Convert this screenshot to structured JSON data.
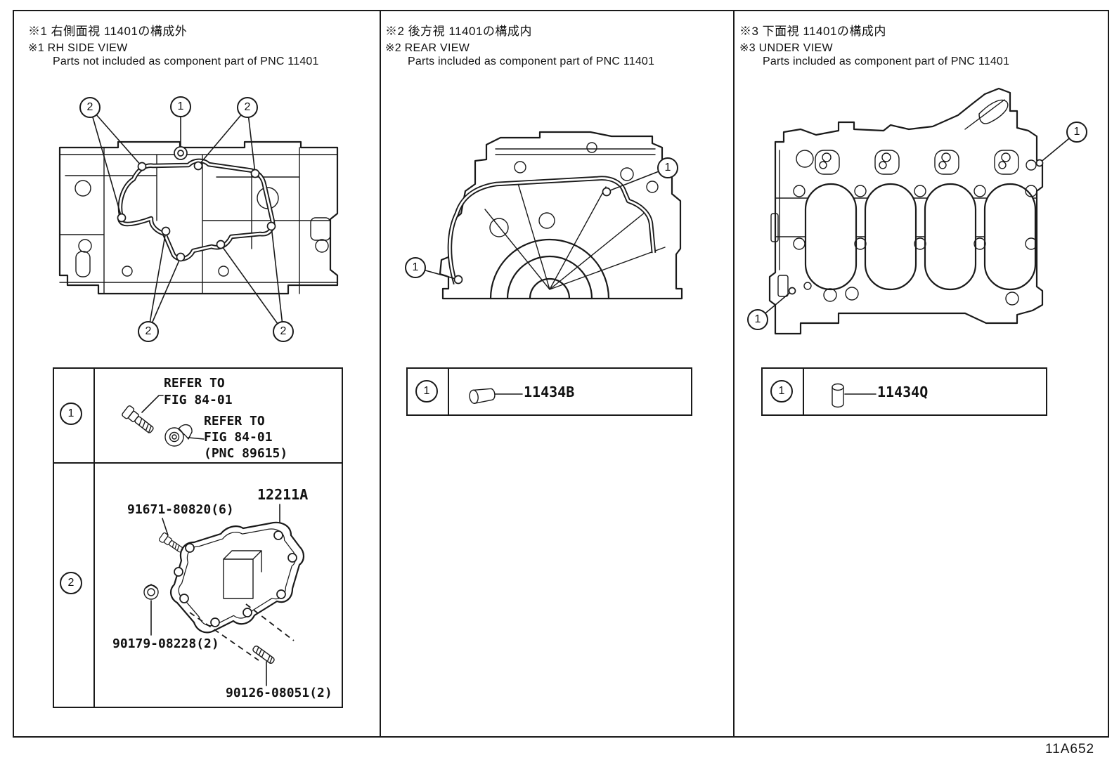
{
  "figure_code": "11A652",
  "colors": {
    "background": "#ffffff",
    "line": "#1a1a1a"
  },
  "panel1": {
    "title_ja": "※1 右側面視 11401の構成外",
    "title_en": "※1 RH SIDE VIEW",
    "subtitle": "Parts not included as component part of PNC 11401",
    "callouts": [
      "2",
      "1",
      "2",
      "2",
      "2"
    ],
    "legend": {
      "row1": {
        "ref": "1",
        "icon_a": "flange-bolt-icon",
        "icon_b": "knock-sensor-icon",
        "refer_a": [
          "REFER TO",
          "FIG 84-01"
        ],
        "refer_b": [
          "REFER TO",
          "FIG 84-01",
          "(PNC 89615)"
        ]
      },
      "row2": {
        "ref": "2",
        "plate_part": "12211A",
        "bolt_part": "91671-80820(6)",
        "nut_part": "90179-08228(2)",
        "stud_part": "90126-08051(2)",
        "icon": "stiffening-plate-drawing"
      }
    }
  },
  "panel2": {
    "title_ja": "※2 後方視 11401の構成内",
    "title_en": "※2 REAR VIEW",
    "subtitle": "Parts included as component part of PNC 11401",
    "callouts": [
      "1",
      "1"
    ],
    "legend": {
      "ref": "1",
      "part": "11434B",
      "icon": "dowel-pin-icon"
    }
  },
  "panel3": {
    "title_ja": "※3 下面視 11401の構成内",
    "title_en": "※3 UNDER VIEW",
    "subtitle": "Parts included as component part of PNC 11401",
    "callouts": [
      "1",
      "1"
    ],
    "legend": {
      "ref": "1",
      "part": "11434Q",
      "icon": "dowel-pin-icon"
    }
  }
}
